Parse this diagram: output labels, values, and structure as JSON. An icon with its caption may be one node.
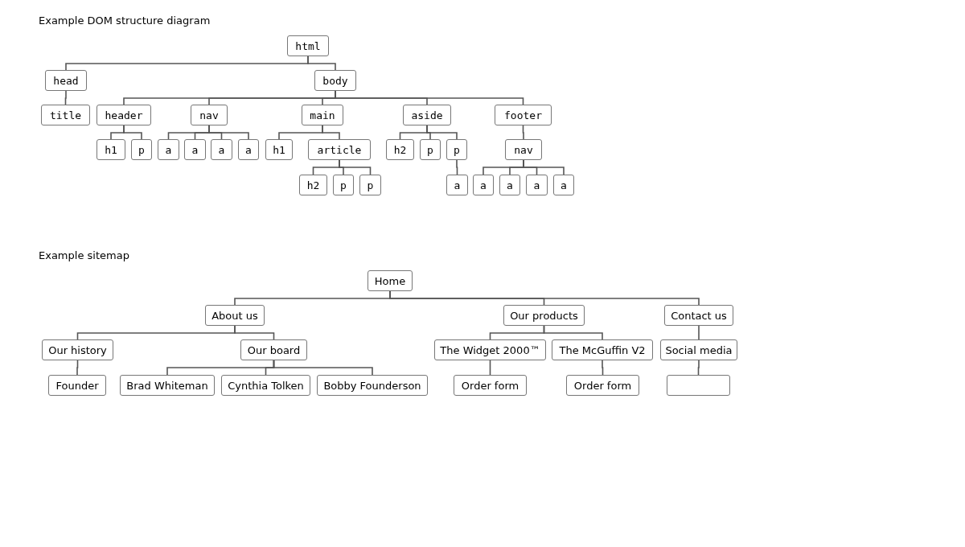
{
  "diagram": {
    "nodes": [
      {
        "text": [
          "html"
        ]
      },
      {
        "text": [
          "head"
        ]
      },
      {
        "text": [
          "body"
        ]
      },
      {
        "text": [
          "title"
        ]
      },
      {
        "text": [
          "header"
        ]
      },
      {
        "text": [
          "nav"
        ]
      },
      {
        "text": [
          "main"
        ]
      },
      {
        "text": [
          "aside"
        ]
      },
      {
        "text": [
          "footer"
        ]
      },
      {
        "text": [
          "h1"
        ]
      },
      {
        "text": [
          "p"
        ]
      },
      {
        "text": [
          "a"
        ]
      },
      {
        "text": [
          "a"
        ]
      },
      {
        "text": [
          "a"
        ]
      },
      {
        "text": [
          "a"
        ]
      },
      {
        "text": [
          "h1"
        ]
      },
      {
        "text": [
          "article"
        ]
      },
      {
        "text": [
          "h2"
        ]
      },
      {
        "text": [
          "p"
        ]
      },
      {
        "text": [
          "p"
        ]
      },
      {
        "text": [
          "nav"
        ]
      },
      {
        "text": [
          "h2"
        ]
      },
      {
        "text": [
          "p"
        ]
      },
      {
        "text": [
          "p"
        ]
      },
      {
        "text": [
          "a"
        ]
      },
      {
        "text": [
          "a"
        ]
      },
      {
        "text": [
          "a"
        ]
      },
      {
        "text": [
          "a"
        ]
      },
      {
        "text": [
          "a"
        ]
      },
      {
        "text": [
          "Home"
        ]
      },
      {
        "text": [
          "About us"
        ]
      },
      {
        "text": [
          "Our products"
        ]
      },
      {
        "text": [
          "Contact us"
        ]
      },
      {
        "text": [
          "Our history"
        ]
      },
      {
        "text": [
          "Our board"
        ]
      },
      {
        "text": [
          "The Widget 2000™"
        ]
      },
      {
        "text": [
          "The McGuffin V2"
        ]
      },
      {
        "text": [
          "Social media"
        ]
      },
      {
        "text": [
          "Founder"
        ]
      },
      {
        "text": [
          "Brad Whiteman"
        ]
      },
      {
        "text": [
          "Cynthia Tolken"
        ]
      },
      {
        "text": [
          "Bobby Founderson"
        ]
      },
      {
        "text": [
          "Order form"
        ]
      },
      {
        "text": [
          "Order form"
        ]
      },
      {
        "text": [],
        "shape": "box"
      }
    ],
    "edges": [
      {
        "from": 0,
        "to": 1,
        "arrow": "none"
      },
      {
        "from": 0,
        "to": 2,
        "arrow": "none"
      },
      {
        "from": 1,
        "to": 3,
        "arrow": "none"
      },
      {
        "from": 2,
        "to": 4,
        "arrow": "none"
      },
      {
        "from": 2,
        "to": 5,
        "arrow": "none"
      },
      {
        "from": 2,
        "to": 6,
        "arrow": "none"
      },
      {
        "from": 2,
        "to": 7,
        "arrow": "none"
      },
      {
        "from": 2,
        "to": 8,
        "arrow": "none"
      },
      {
        "from": 4,
        "to": 9,
        "arrow": "none"
      },
      {
        "from": 4,
        "to": 10,
        "arrow": "none"
      },
      {
        "from": 5,
        "to": 11,
        "arrow": "none"
      },
      {
        "from": 5,
        "to": 12,
        "arrow": "none"
      },
      {
        "from": 5,
        "to": 13,
        "arrow": "none"
      },
      {
        "from": 5,
        "to": 14,
        "arrow": "none"
      },
      {
        "from": 6,
        "to": 15,
        "arrow": "none"
      },
      {
        "from": 6,
        "to": 16,
        "arrow": "none"
      },
      {
        "from": 7,
        "to": 17,
        "arrow": "none"
      },
      {
        "from": 7,
        "to": 18,
        "arrow": "none"
      },
      {
        "from": 7,
        "to": 19,
        "arrow": "none"
      },
      {
        "from": 8,
        "to": 20,
        "arrow": "none"
      },
      {
        "from": 16,
        "to": 21,
        "arrow": "none"
      },
      {
        "from": 16,
        "to": 22,
        "arrow": "none"
      },
      {
        "from": 16,
        "to": 23,
        "arrow": "none"
      },
      {
        "from": 19,
        "to": 24,
        "arrow": "none"
      },
      {
        "from": 20,
        "to": 25,
        "arrow": "none"
      },
      {
        "from": 20,
        "to": 26,
        "arrow": "none"
      },
      {
        "from": 20,
        "to": 27,
        "arrow": "none"
      },
      {
        "from": 20,
        "to": 28,
        "arrow": "none"
      },
      {
        "from": 29,
        "to": 30,
        "arrow": "none"
      },
      {
        "from": 29,
        "to": 31,
        "arrow": "none"
      },
      {
        "from": 29,
        "to": 32,
        "arrow": "none"
      },
      {
        "from": 30,
        "to": 33,
        "arrow": "none"
      },
      {
        "from": 30,
        "to": 34,
        "arrow": "none"
      },
      {
        "from": 31,
        "to": 35,
        "arrow": "none"
      },
      {
        "from": 31,
        "to": 36,
        "arrow": "none"
      },
      {
        "from": 32,
        "to": 37,
        "arrow": "none"
      },
      {
        "from": 33,
        "to": 38,
        "arrow": "none"
      },
      {
        "from": 34,
        "to": 39,
        "arrow": "none"
      },
      {
        "from": 34,
        "to": 40,
        "arrow": "none"
      },
      {
        "from": 34,
        "to": 41,
        "arrow": "none"
      },
      {
        "from": 35,
        "to": 42,
        "arrow": "none"
      },
      {
        "from": 36,
        "to": 43,
        "arrow": "none"
      },
      {
        "from": 37,
        "to": 44,
        "arrow": "none"
      }
    ],
    "labels": [
      "Example DOM structure diagram",
      "Example sitemap"
    ]
  }
}
